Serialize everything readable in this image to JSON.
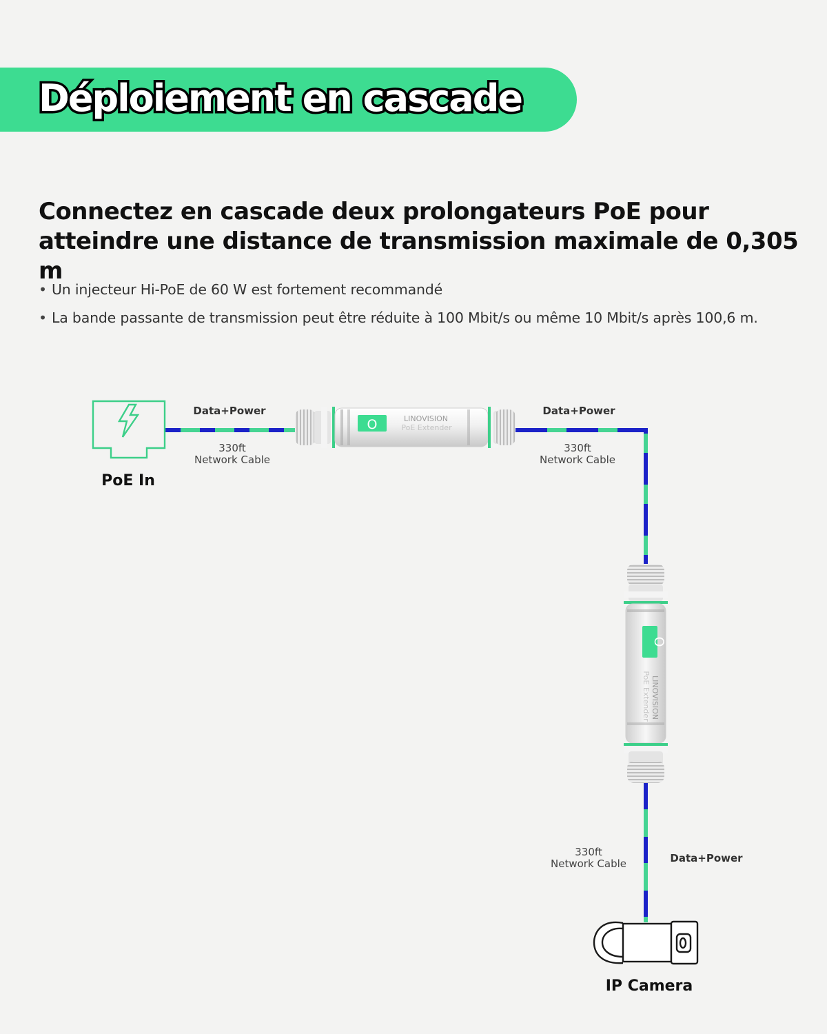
{
  "banner": {
    "title": "Déploiement en cascade"
  },
  "headline": {
    "text": "Connectez en cascade deux prolongateurs PoE pour atteindre une distance de transmission maximale de 0,305 m"
  },
  "bullets": [
    "Un injecteur Hi-PoE de 60 W est fortement recommandé",
    "La bande passante de transmission peut être réduite à 100 Mbit/s ou même 10 Mbit/s après 100,6 m."
  ],
  "diagram": {
    "poe_in_label": "PoE In",
    "camera_label": "IP Camera",
    "segments": [
      {
        "signal": "Data+Power",
        "length": "330ft",
        "cable": "Network Cable"
      },
      {
        "signal": "Data+Power",
        "length": "330ft",
        "cable": "Network Cable"
      },
      {
        "signal": "Data+Power",
        "length": "330ft",
        "cable": "Network Cable"
      }
    ],
    "extender": {
      "brand": "LINOVISION",
      "model": "PoE Extender",
      "badge": "O"
    },
    "colors": {
      "accent": "#3ddc91",
      "cable_blue": "#1b22c8",
      "cable_green": "#45d493"
    }
  }
}
